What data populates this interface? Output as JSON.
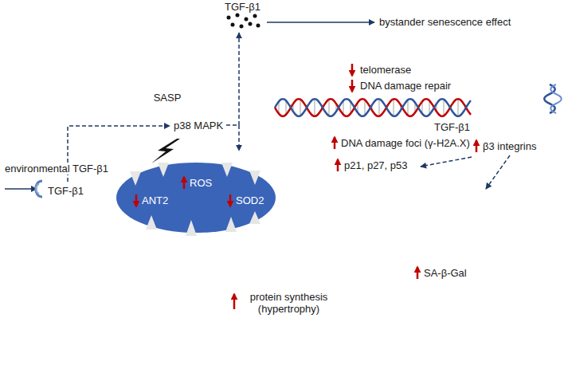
{
  "diagram": {
    "nodes": [
      {
        "text": [
          "p38 MAPK",
          "TGF-β1",
          "β3 integrins",
          "TGF-β1",
          "protein synthesis (hypertrophy)"
        ]
      },
      {
        "text": [
          "SASP"
        ],
        "in": 0
      },
      {
        "text": [
          "telomerase",
          "DNA damage repair",
          "DNA damage foci (γ-H2A.X)",
          "p21, p27, p53"
        ],
        "in": 0
      },
      {
        "text": [
          "ANT2",
          "ROS",
          "SOD2"
        ],
        "in": 0
      },
      {
        "text": [
          "SA-β-Gal"
        ],
        "in": 0
      }
    ],
    "labels": [
      "TGF-β1",
      "bystander senescence effect",
      "environmental TGF-β1"
    ]
  }
}
